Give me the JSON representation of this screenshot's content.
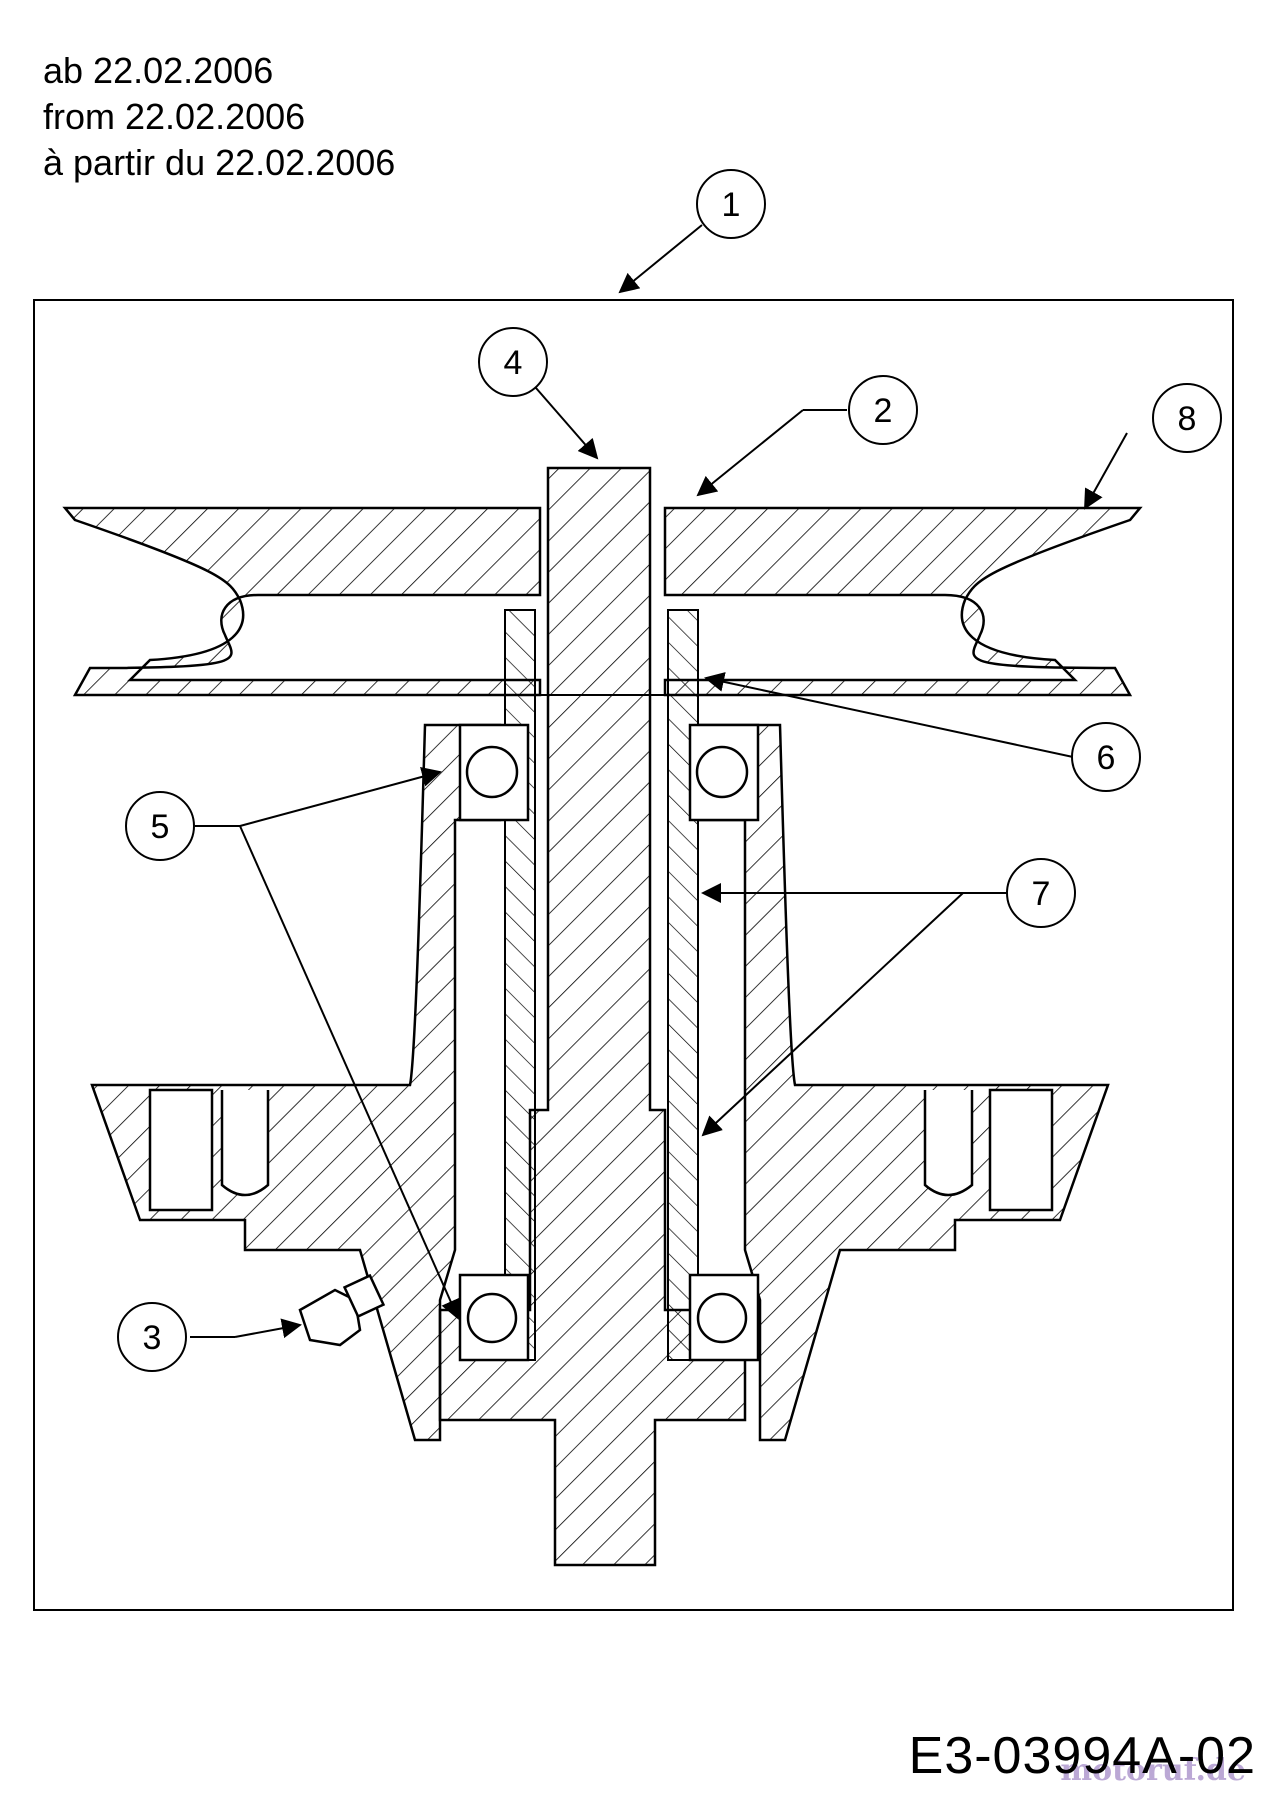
{
  "header": {
    "line_de": "ab 22.02.2006",
    "line_en": "from 22.02.2006",
    "line_fr": "à partir du 22.02.2006"
  },
  "callouts": [
    "1",
    "2",
    "3",
    "4",
    "5",
    "6",
    "7",
    "8"
  ],
  "drawing_code": "E3-03994A-02",
  "watermark": "motoruf.de",
  "colors": {
    "ink": "#000000",
    "paper": "#ffffff",
    "watermark": "#a58cc8"
  }
}
